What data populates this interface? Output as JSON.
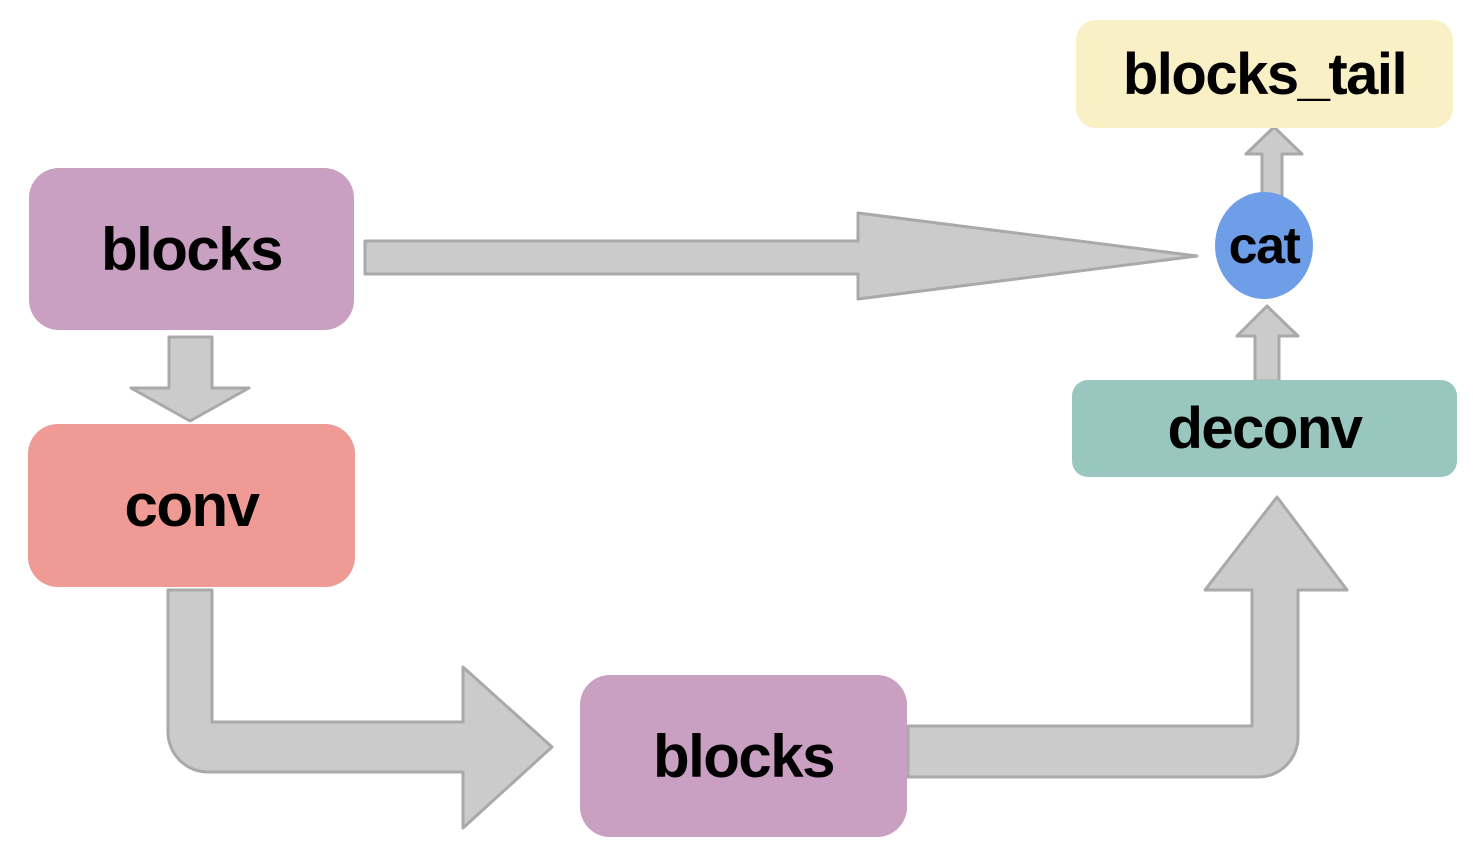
{
  "diagram": {
    "nodes": {
      "blocks_head": {
        "label": "blocks",
        "color": "#c99fc2",
        "shape": "rounded-rect"
      },
      "conv": {
        "label": "conv",
        "color": "#f09a95",
        "shape": "rounded-rect"
      },
      "blocks_body": {
        "label": "blocks",
        "color": "#c99fc2",
        "shape": "rounded-rect"
      },
      "deconv": {
        "label": "deconv",
        "color": "#99c7c0",
        "shape": "rounded-rect"
      },
      "cat": {
        "label": "cat",
        "color": "#6f9ee8",
        "shape": "circle"
      },
      "blocks_tail": {
        "label": "blocks_tail",
        "color": "#f9f0c6",
        "shape": "rounded-rect"
      }
    },
    "edges": [
      {
        "from": "blocks_head",
        "to": "conv"
      },
      {
        "from": "blocks_head",
        "to": "cat"
      },
      {
        "from": "conv",
        "to": "blocks_body"
      },
      {
        "from": "blocks_body",
        "to": "deconv"
      },
      {
        "from": "deconv",
        "to": "cat"
      },
      {
        "from": "cat",
        "to": "blocks_tail"
      }
    ],
    "style": {
      "arrow_fill": "#cbcbcb",
      "arrow_stroke": "#a9a9a9",
      "text_color": "#000000",
      "background": "#ffffff"
    }
  }
}
